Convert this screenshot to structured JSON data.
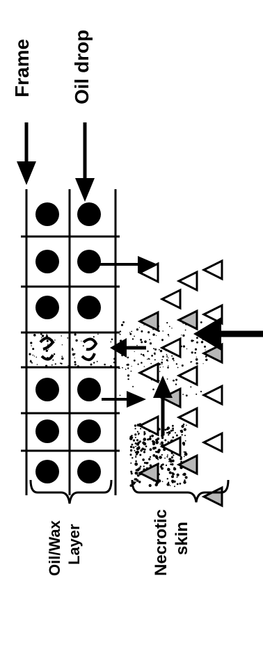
{
  "labels": {
    "frame": "Frame",
    "oil_drop": "Oil drop",
    "oil_wax_layer_line1": "Oil/Wax",
    "oil_wax_layer_line2": "Layer",
    "necrotic_skin_line1": "Necrotic",
    "necrotic_skin_line2": "skin"
  },
  "colors": {
    "ink": "#000000",
    "triangle_fill": "#b8b8b8",
    "background": "#ffffff"
  },
  "icons": {
    "oil_drop": "filled-circle",
    "skin_cell": "triangle",
    "arrow": "arrow"
  }
}
